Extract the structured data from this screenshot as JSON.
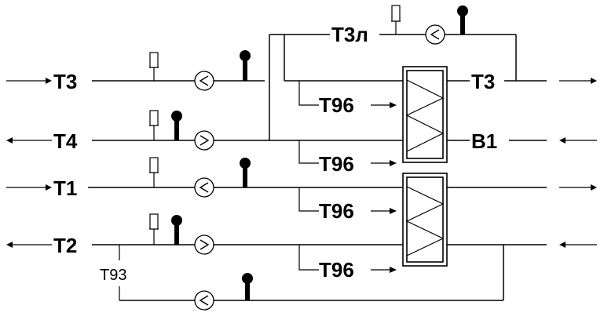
{
  "diagram": {
    "lines": {
      "t3_in": "Т3",
      "t4_out": "Т4",
      "t1_in": "Т1",
      "t2_out": "Т2",
      "t3l": "Т3л",
      "t3_out": "Т3",
      "b1_in": "В1",
      "t93": "Т93"
    },
    "drains": [
      "Т96",
      "Т96",
      "Т96",
      "Т96"
    ]
  }
}
